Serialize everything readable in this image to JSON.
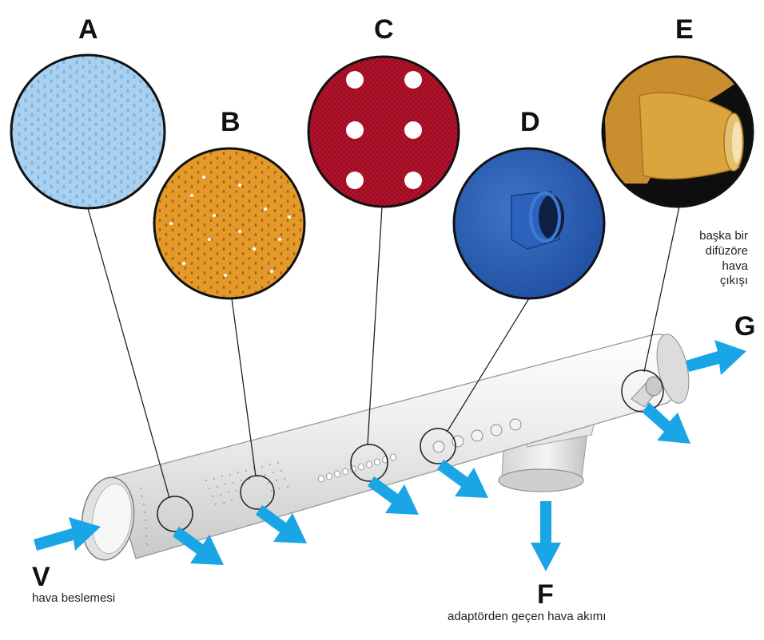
{
  "labels": {
    "a": "A",
    "b": "B",
    "c": "C",
    "d": "D",
    "e": "E",
    "f": "F",
    "g": "G",
    "v": "V"
  },
  "captions": {
    "g": "başka bir\ndifüzöre\nhava\nçıkışı",
    "v": "hava beslemesi",
    "f": "adaptörden geçen hava akımı"
  },
  "colors": {
    "arrow": "#1aa5e6",
    "duct": "#e4e4e4",
    "fabric_a": "#7fb4e0",
    "fabric_b": "#d98a1c",
    "fabric_c": "#b0102a",
    "fabric_d": "#2a5fb5",
    "fabric_e": "#d9a53c"
  },
  "icons": [
    "arrow-in-icon",
    "arrow-out-icon",
    "arrow-down-icon"
  ]
}
